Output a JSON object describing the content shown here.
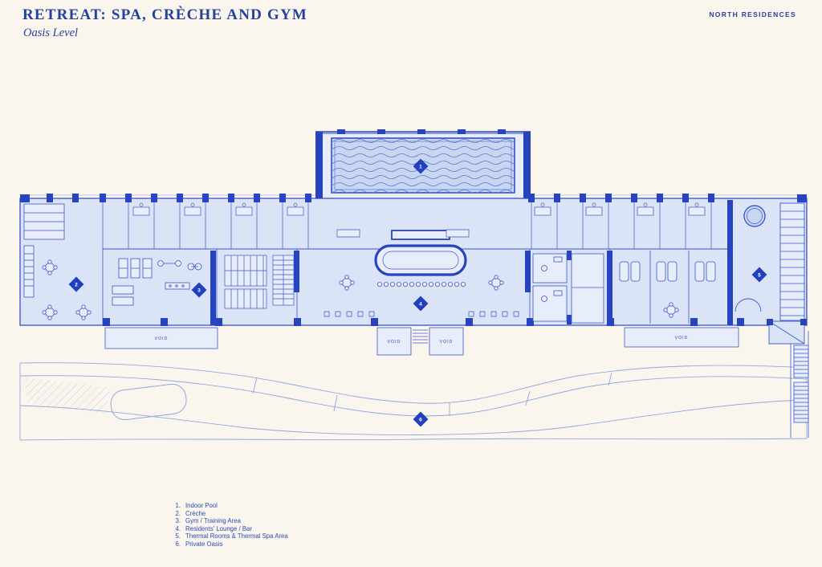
{
  "header": {
    "title": "RETREAT: SPA, CRÈCHE AND GYM",
    "subtitle": "Oasis Level",
    "brand": "NORTH RESIDENCES"
  },
  "colors": {
    "ink": "#24419e",
    "wall": "#2644bf",
    "line": "#3b57cc",
    "room_fill": "#dbe3f6",
    "water": "#c8d6f2",
    "background": "#faf6ee"
  },
  "plan": {
    "void_label": "VOID",
    "markers": [
      {
        "number": "1",
        "label": "Indoor Pool"
      },
      {
        "number": "2",
        "label": "Crèche"
      },
      {
        "number": "3",
        "label": "Gym / Training Area"
      },
      {
        "number": "4",
        "label": "Residents' Lounge / Bar"
      },
      {
        "number": "5",
        "label": "Thermal Rooms & Thermal Spa Area"
      },
      {
        "number": "6",
        "label": "Private Oasis"
      }
    ]
  },
  "legend": {
    "items": [
      {
        "num": "1.",
        "label": "Indoor Pool"
      },
      {
        "num": "2.",
        "label": "Crèche"
      },
      {
        "num": "3.",
        "label": "Gym / Training Area"
      },
      {
        "num": "4.",
        "label": "Residents' Lounge / Bar"
      },
      {
        "num": "5.",
        "label": "Thermal Rooms & Thermal Spa Area"
      },
      {
        "num": "6.",
        "label": "Private Oasis"
      }
    ]
  }
}
